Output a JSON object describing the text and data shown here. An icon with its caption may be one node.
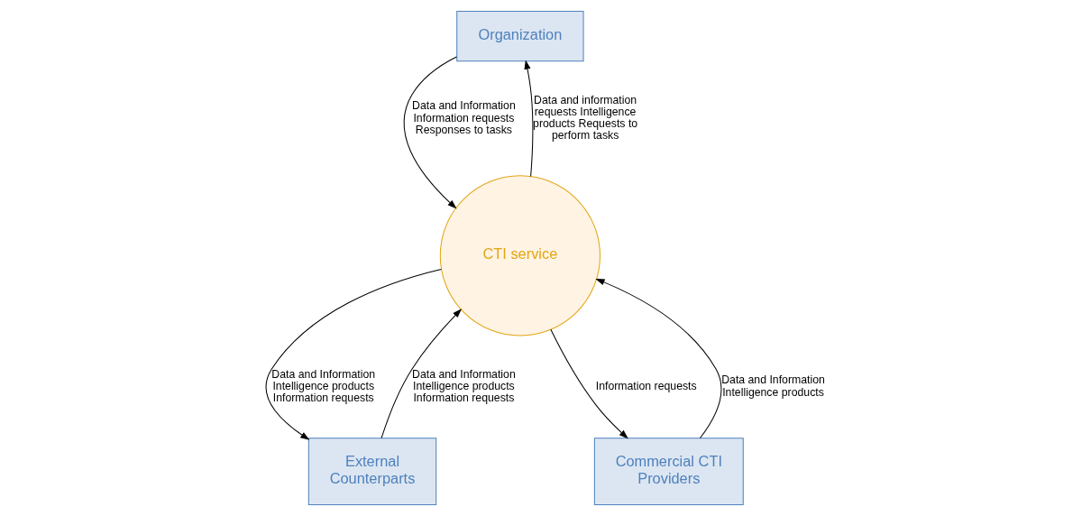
{
  "diagram": {
    "nodes": [
      {
        "text": [
          "Organization"
        ]
      },
      {
        "text": [
          "External Counterparts"
        ]
      },
      {
        "text": [
          "CTI service"
        ]
      },
      {
        "text": [
          "Commercial CTI Providers"
        ]
      }
    ],
    "edges": [
      {
        "from": 0,
        "to": 2,
        "arrow": "to",
        "label": "Data and Information Information requests Responses to tasks"
      },
      {
        "from": 2,
        "to": 0,
        "arrow": "to",
        "label": "Data and information requests Intelligence products Requests to perform tasks"
      },
      {
        "from": 1,
        "to": 2,
        "arrow": "to",
        "label": "Data and Information Intelligence products Information requests"
      },
      {
        "from": 3,
        "to": 2,
        "arrow": "to",
        "label": "Data and Information Intelligence products"
      },
      {
        "from": 2,
        "to": 1,
        "arrow": "to",
        "label": "Data and Information Intelligence products Information requests"
      },
      {
        "from": 2,
        "to": 3,
        "arrow": "to",
        "label": "Information requests"
      }
    ]
  }
}
